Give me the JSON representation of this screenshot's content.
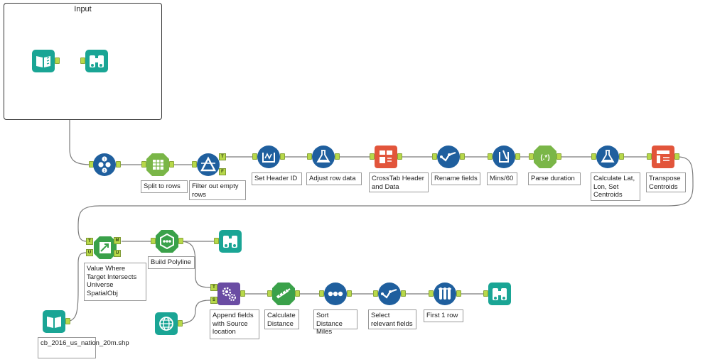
{
  "container": {
    "title": "Input"
  },
  "labels": {
    "split_to_rows": "Split to rows",
    "filter_empty": "Filter out empty rows",
    "set_header_id": "Set Header ID",
    "adjust_row_data": "Adjust row data",
    "crosstab": "CrossTab Header and Data",
    "rename_fields": "Rename fields",
    "mins60": "Mins/60",
    "parse_duration": "Parse duration",
    "calc_lat_lon": "Calculate Lat, Lon, Set Centroids",
    "transpose": "Transpose Centroids",
    "value_where": "Value Where Target Intersects Universe SpatialObj",
    "build_polyline": "Build Polyline",
    "append_fields": "Append fields with Source location",
    "calc_distance": "Calculate Distance",
    "sort_distance": "Sort Distance Miles",
    "select_fields": "Select relevant fields",
    "first_row": "First 1 row",
    "shapefile": "cb_2016_us_nation_20m.shp"
  },
  "anchors": {
    "filter_true": "T",
    "filter_false": "F",
    "spatial_t": "T",
    "spatial_u": "U",
    "spatial_m": "M",
    "spatial_u_out": "U",
    "append_t": "T",
    "append_s": "S"
  },
  "colors": {
    "input_teal": "#1aa595",
    "browse_teal": "#1aa595",
    "prep_blue": "#1f5f9e",
    "prep_green": "#7ab648",
    "transform_orange": "#e2553b",
    "spatial_green": "#3aa14a",
    "join_purple": "#6a4ca3",
    "connector": "#808080"
  }
}
